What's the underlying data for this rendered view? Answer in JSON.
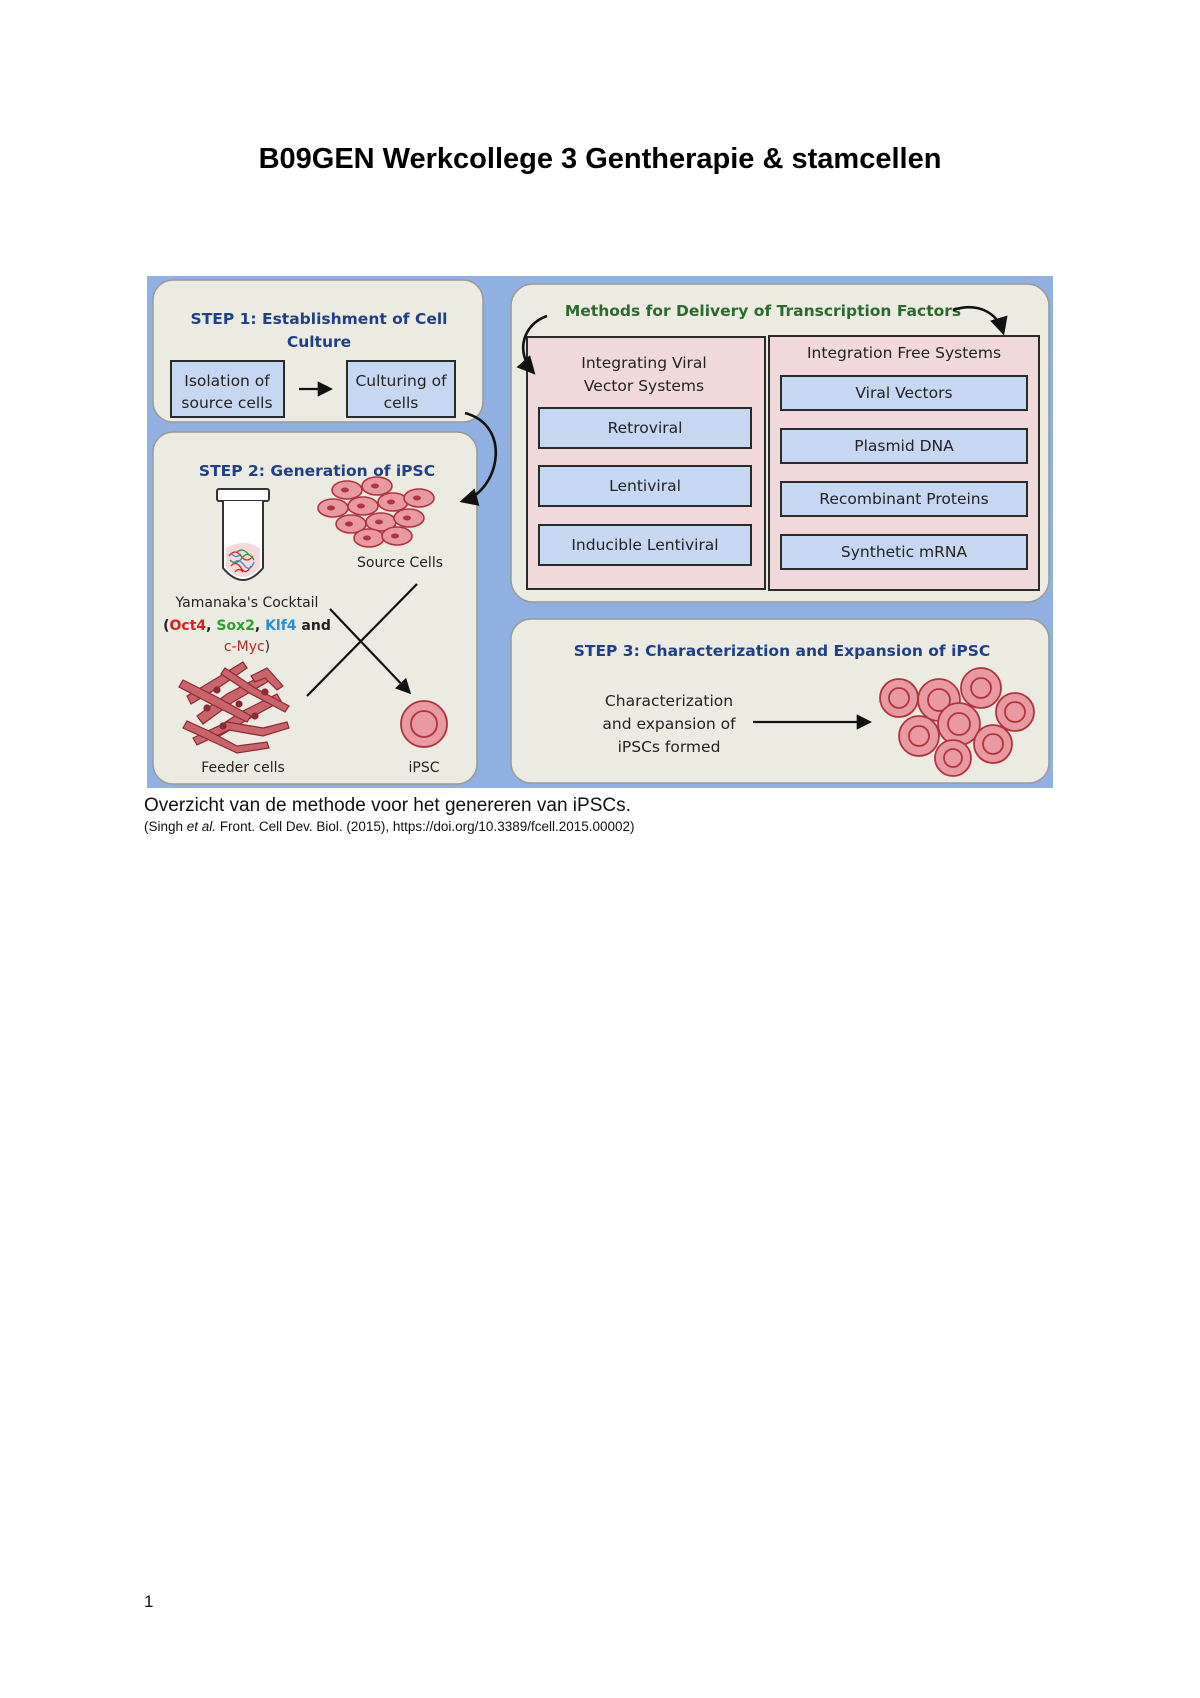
{
  "document": {
    "title": "B09GEN Werkcollege 3 Gentherapie & stamcellen",
    "caption": "Overzicht van de methode voor het genereren van iPSCs.",
    "source_ref": {
      "prefix": "(Singh ",
      "et_al": "et al.",
      "rest": " Front. Cell Dev. Biol. (2015), https://doi.org/10.3389/fcell.2015.00002)"
    },
    "page_number": "1"
  },
  "figure": {
    "step1": {
      "title_line1": "STEP 1: Establishment of Cell",
      "title_line2": "Culture",
      "box1_line1": "Isolation of",
      "box1_line2": "source cells",
      "box2_line1": "Culturing of",
      "box2_line2": "cells"
    },
    "step2": {
      "title": "STEP 2: Generation of iPSC",
      "source_cells_label": "Source Cells",
      "cocktail_line1": "Yamanaka's Cocktail",
      "cocktail_open": "(",
      "factor_oct4": "Oct4",
      "sep1": ", ",
      "factor_sox2": "Sox2",
      "sep2": ", ",
      "factor_klf4": "Klf4",
      "and": " and",
      "factor_cmyc": "c-Myc",
      "cocktail_close": ")",
      "feeder_label": "Feeder cells",
      "ipsc_label": "iPSC"
    },
    "methods": {
      "title": "Methods for Delivery of Transcription Factors",
      "integrating_title_line1": "Integrating Viral",
      "integrating_title_line2": "Vector Systems",
      "integrating_items": [
        "Retroviral",
        "Lentiviral",
        "Inducible Lentiviral"
      ],
      "free_title": "Integration Free Systems",
      "free_items": [
        "Viral Vectors",
        "Plasmid DNA",
        "Recombinant Proteins",
        "Synthetic mRNA"
      ]
    },
    "step3": {
      "title": "STEP 3: Characterization and Expansion of iPSC",
      "text_line1": "Characterization",
      "text_line2": "and expansion of",
      "text_line3": "iPSCs formed"
    }
  },
  "colors": {
    "figure_background": "#8fb0e0",
    "panel_fill": "#ecebe2",
    "method_box_fill": "#f1d8da",
    "item_box_fill": "#c6d7f2",
    "heading_blue": "#1f3f86",
    "heading_green": "#2b6a2b",
    "cell_fill": "#e89aa0",
    "cell_stroke": "#b0343c",
    "oct4": "#d62020",
    "sox2": "#2ca02c",
    "klf4": "#2a8fd0",
    "cmyc": "#b02830"
  }
}
